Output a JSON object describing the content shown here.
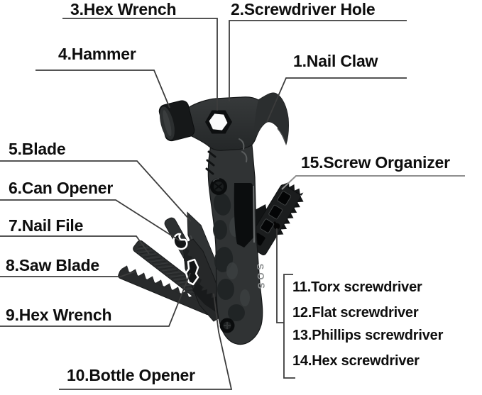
{
  "figure": {
    "title": "Multitool hammer parts diagram",
    "type": "labeled product diagram"
  },
  "labels": {
    "nail_claw": "1.Nail Claw",
    "screwdriver_hole": "2.Screwdriver Hole",
    "hex_wrench_top": "3.Hex Wrench",
    "hammer": "4.Hammer",
    "blade": "5.Blade",
    "can_opener": "6.Can Opener",
    "nail_file": "7.Nail File",
    "saw_blade": "8.Saw Blade",
    "hex_wrench_side": "9.Hex Wrench",
    "bottle_opener": "10.Bottle Opener",
    "torx_screwdriver": "11.Torx screwdriver",
    "flat_screwdriver": "12.Flat screwdriver",
    "phillips_screwdriver": "13.Phillips screwdriver",
    "hex_screwdriver": "14.Hex screwdriver",
    "screw_organizer": "15.Screw Organizer"
  },
  "tool_marking": "SOS",
  "colors": {
    "background": "#ffffff",
    "leader_line": "#3c3c3c",
    "leader_line_light": "#8e8e8e",
    "label_text": "#0e0e0e",
    "tool_dark": "#141617",
    "tool_body": "#2f3233"
  }
}
